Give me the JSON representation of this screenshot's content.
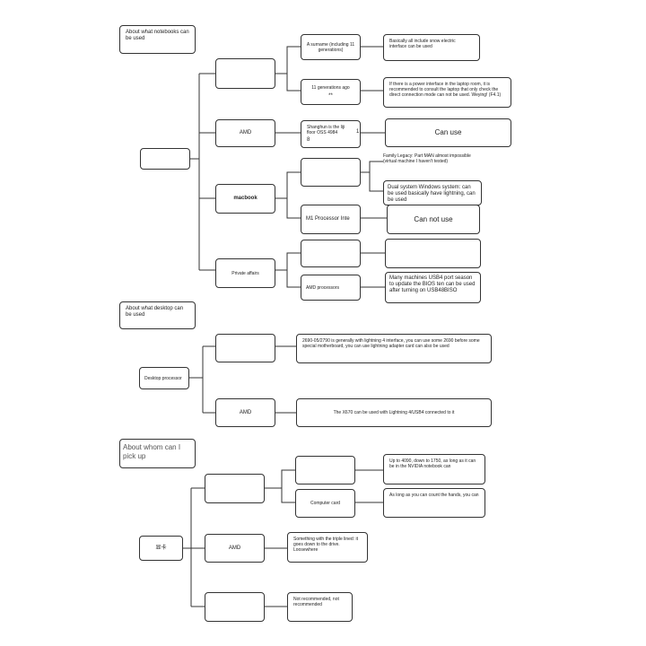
{
  "sections": {
    "notebook": {
      "title": "About what notebooks can be used",
      "branches": {
        "top": {
          "label": "",
          "children": [
            {
              "label": "A surname (including 11 generations)",
              "result": "Basically all include snow electric interface can be used"
            },
            {
              "label": "11 generations ago",
              "sub": "**",
              "result": "If there is a power interface in the laptop room, it is recommended to consult the laptop that only check the direct connection mode can not be used. Weying! (F4.1)"
            }
          ]
        },
        "amd": {
          "label": "AMD",
          "child": "Shanghun is the Iiji floor OSS 4984",
          "child_sub": "8",
          "child_mark": "1",
          "result": "Can use"
        },
        "macbook": {
          "label": "macbook",
          "child_top": "",
          "note_top": "Family Legacy: Part MAN almost impossible (virtual machine I haven't tested)",
          "note_mid": "Dual system Windows system: can be used basically have lightning, can be used",
          "child_m1": "M1 Processor Inte",
          "result_m1": "Can not use"
        },
        "private": {
          "label": "Private affairs",
          "child_top": "",
          "result_top": "",
          "child_amd": "AMD processors",
          "result_amd": "Many machines USB4 port season to update the BIOS ten can be used after turning on USB48BISO"
        }
      }
    },
    "desktop": {
      "title": "About what desktop can be used",
      "root": "Desktop processor",
      "branch_top": {
        "label": "",
        "result": "2690-05/2790 is generally with lightning 4 interface, you can use some 2690 before some special motherboard, you can use lightning adapter card can also be used"
      },
      "branch_amd": {
        "label": "AMD",
        "result": "The X670 can be used with Lightning 4/USB4 connected to it"
      }
    },
    "pickup": {
      "title": "About whom can I pick up",
      "root": "显卡",
      "branch_top": {
        "label": "",
        "children": [
          {
            "label": "",
            "result": "Up to 4090, down to 1750, as long as it can be in the NVIDIA notebook can"
          },
          {
            "label": "Computer card",
            "result": "As long as you can count the hands, you can"
          }
        ]
      },
      "branch_amd": {
        "label": "AMD",
        "result": "Something with the triple lined: it goes down to the drive. Loosewhere"
      },
      "branch_bottom": {
        "label": "",
        "result": "Not recommended, not recommended"
      }
    }
  }
}
